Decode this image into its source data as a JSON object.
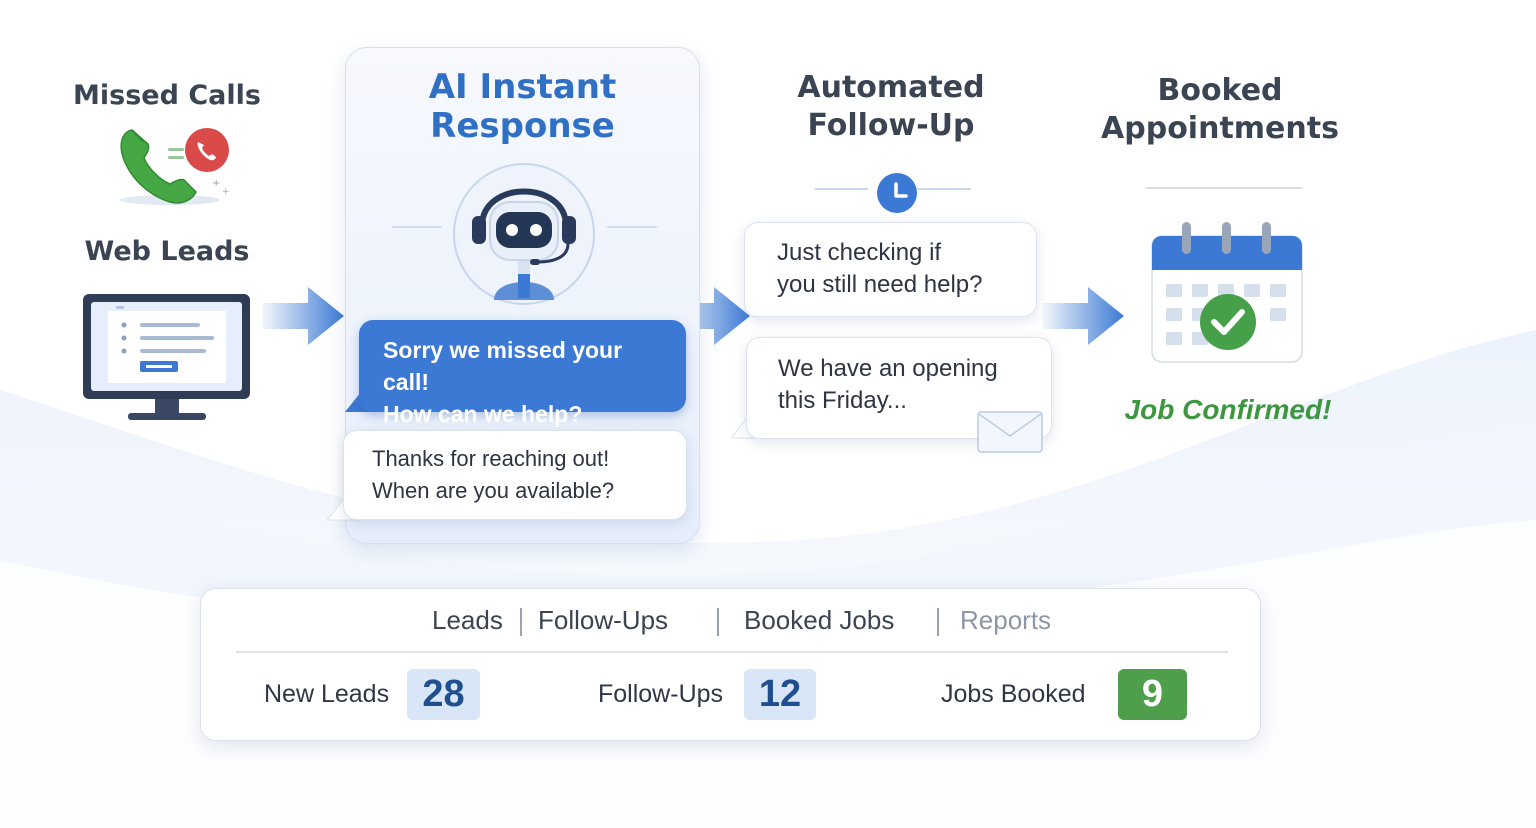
{
  "stages": {
    "missed_calls": {
      "title": "Missed Calls"
    },
    "web_leads": {
      "title": "Web Leads"
    },
    "ai_response": {
      "title_line1": "AI Instant",
      "title_line2": "Response",
      "bubble_line1": "Sorry we missed your call!",
      "bubble_line2": "How can we help?",
      "reply_line1": "Thanks for reaching out!",
      "reply_line2": "When are you available?"
    },
    "follow_up": {
      "title_line1": "Automated",
      "title_line2": "Follow-Up",
      "bubble1_line1": "Just checking if",
      "bubble1_line2": "you still need help?",
      "bubble2_line1": "We have an opening",
      "bubble2_line2": "this Friday..."
    },
    "booked": {
      "title_line1": "Booked",
      "title_line2": "Appointments",
      "status": "Job Confirmed!"
    }
  },
  "dashboard": {
    "tabs": [
      {
        "label": "Leads"
      },
      {
        "label": "Follow-Ups"
      },
      {
        "label": "Booked Jobs"
      },
      {
        "label": "Reports"
      }
    ],
    "stats": [
      {
        "label": "New Leads",
        "value": "28"
      },
      {
        "label": "Follow-Ups",
        "value": "12"
      },
      {
        "label": "Jobs Booked",
        "value": "9"
      }
    ]
  },
  "colors": {
    "primary_blue": "#3b79d4",
    "title_blue": "#2f6fc4",
    "success_green": "#4f9e4c",
    "phone_red": "#d94a48"
  },
  "icons": {
    "calls": "phone-icon",
    "missed": "missed-call-icon",
    "web": "monitor-icon",
    "agent": "robot-headset-icon",
    "clock": "clock-icon",
    "email": "envelope-icon",
    "calendar": "calendar-check-icon",
    "flow": "arrow-right-icon"
  }
}
